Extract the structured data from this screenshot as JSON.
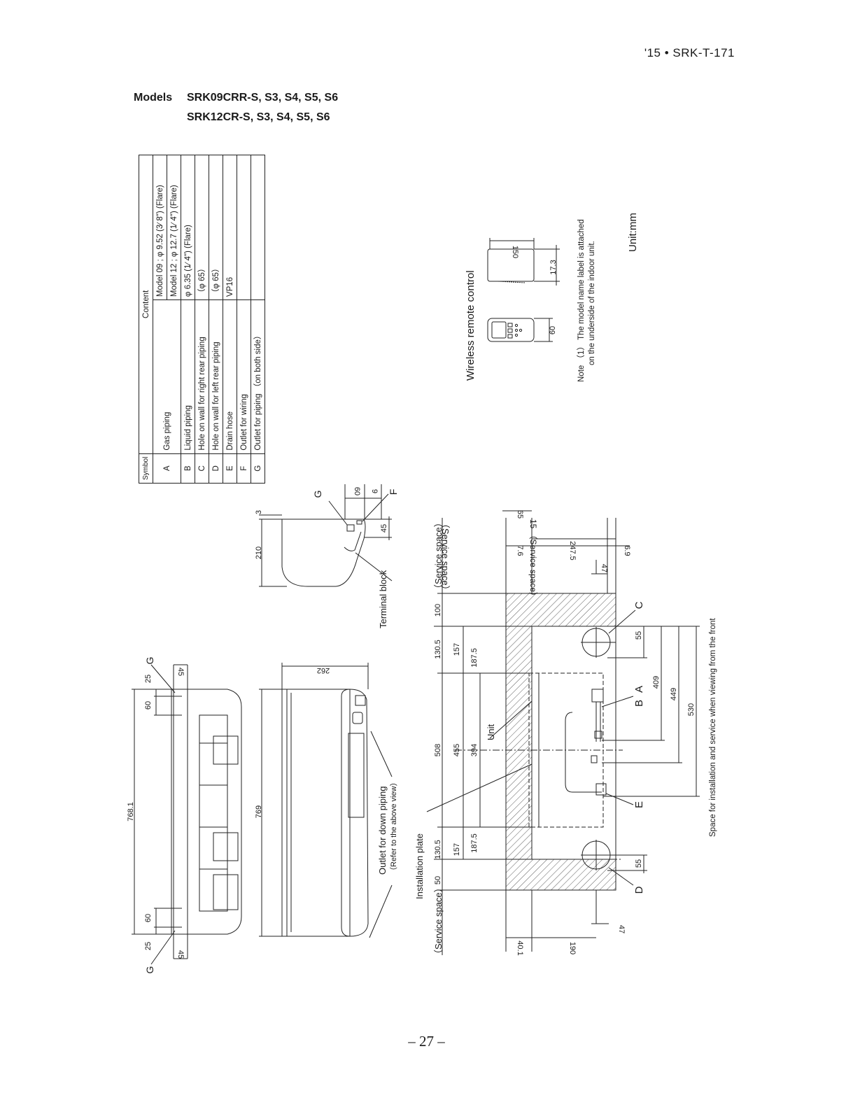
{
  "header": {
    "doc_ref": "'15 • SRK-T-171"
  },
  "models": {
    "label": "Models",
    "line1": "SRK09CRR-S, S3, S4, S5, S6",
    "line2": "SRK12CR-S, S3, S4, S5, S6"
  },
  "table": {
    "col_symbol": "Symbol",
    "col_content": "Content",
    "rows": [
      {
        "symbol": "A",
        "name": "Gas piping",
        "spec1": "Model 09 ; φ 9.52 (3∕ 8\") (Flare)",
        "spec2": "Model 12 ; φ 12.7 (1∕ 4\") (Flare)"
      },
      {
        "symbol": "B",
        "name": "Liquid piping",
        "spec": "φ 6.35 (1∕ 4\") (Flare)"
      },
      {
        "symbol": "C",
        "name": "Hole on wall for right rear piping",
        "spec": "（φ 65）"
      },
      {
        "symbol": "D",
        "name": "Hole on wall for left rear piping",
        "spec": "（φ 65）"
      },
      {
        "symbol": "E",
        "name": "Drain hose",
        "spec": "VP16"
      },
      {
        "symbol": "F",
        "name": "Outlet for wiring",
        "spec": ""
      },
      {
        "symbol": "G",
        "name": "Outlet for piping （on both side）",
        "spec": ""
      }
    ]
  },
  "remote": {
    "title": "Wireless remote control",
    "dim_width": "60",
    "dim_height": "150",
    "dim_depth": "17.3"
  },
  "note": {
    "line1": "Note （1） The model name label is attached",
    "line2": "on the underside of the indoor unit."
  },
  "unit_label": "Unit:mm",
  "drawing_labels": {
    "terminal_block": "Terminal block",
    "outlet_down_1": "Outlet for down piping",
    "outlet_down_2": "（Refer to the above view）",
    "installation_plate": "Installation plate",
    "unit": "Unit",
    "service_space_top": "（Service space）",
    "service_space_bottom": "（Service space）",
    "service_space_right": "（Service space）",
    "service_space_15": "15 （Service space）",
    "space_caption": "Space for installation and service when viewing from the front",
    "letters": {
      "A": "A",
      "B": "B",
      "C": "C",
      "D": "D",
      "E": "E",
      "F": "F",
      "G": "G"
    }
  },
  "dimensions": {
    "d768_1": "768.1",
    "d769": "769",
    "d262": "262",
    "d210": "210",
    "d3": "3",
    "d60": "60",
    "d25": "25",
    "d45": "45",
    "d9": "9",
    "d65": "65",
    "d7_6": "7.6",
    "d247_5": "247.5",
    "d6_9": "6.9",
    "d47": "47",
    "d100": "100",
    "d130_5": "130.5",
    "d508": "508",
    "d50": "50",
    "d157": "157",
    "d455": "455",
    "d187_5": "187.5",
    "d394": "394",
    "d55": "55",
    "d409": "409",
    "d449": "449",
    "d530": "530",
    "d40_1": "40.1",
    "d190": "190"
  },
  "page_number": "– 27 –"
}
